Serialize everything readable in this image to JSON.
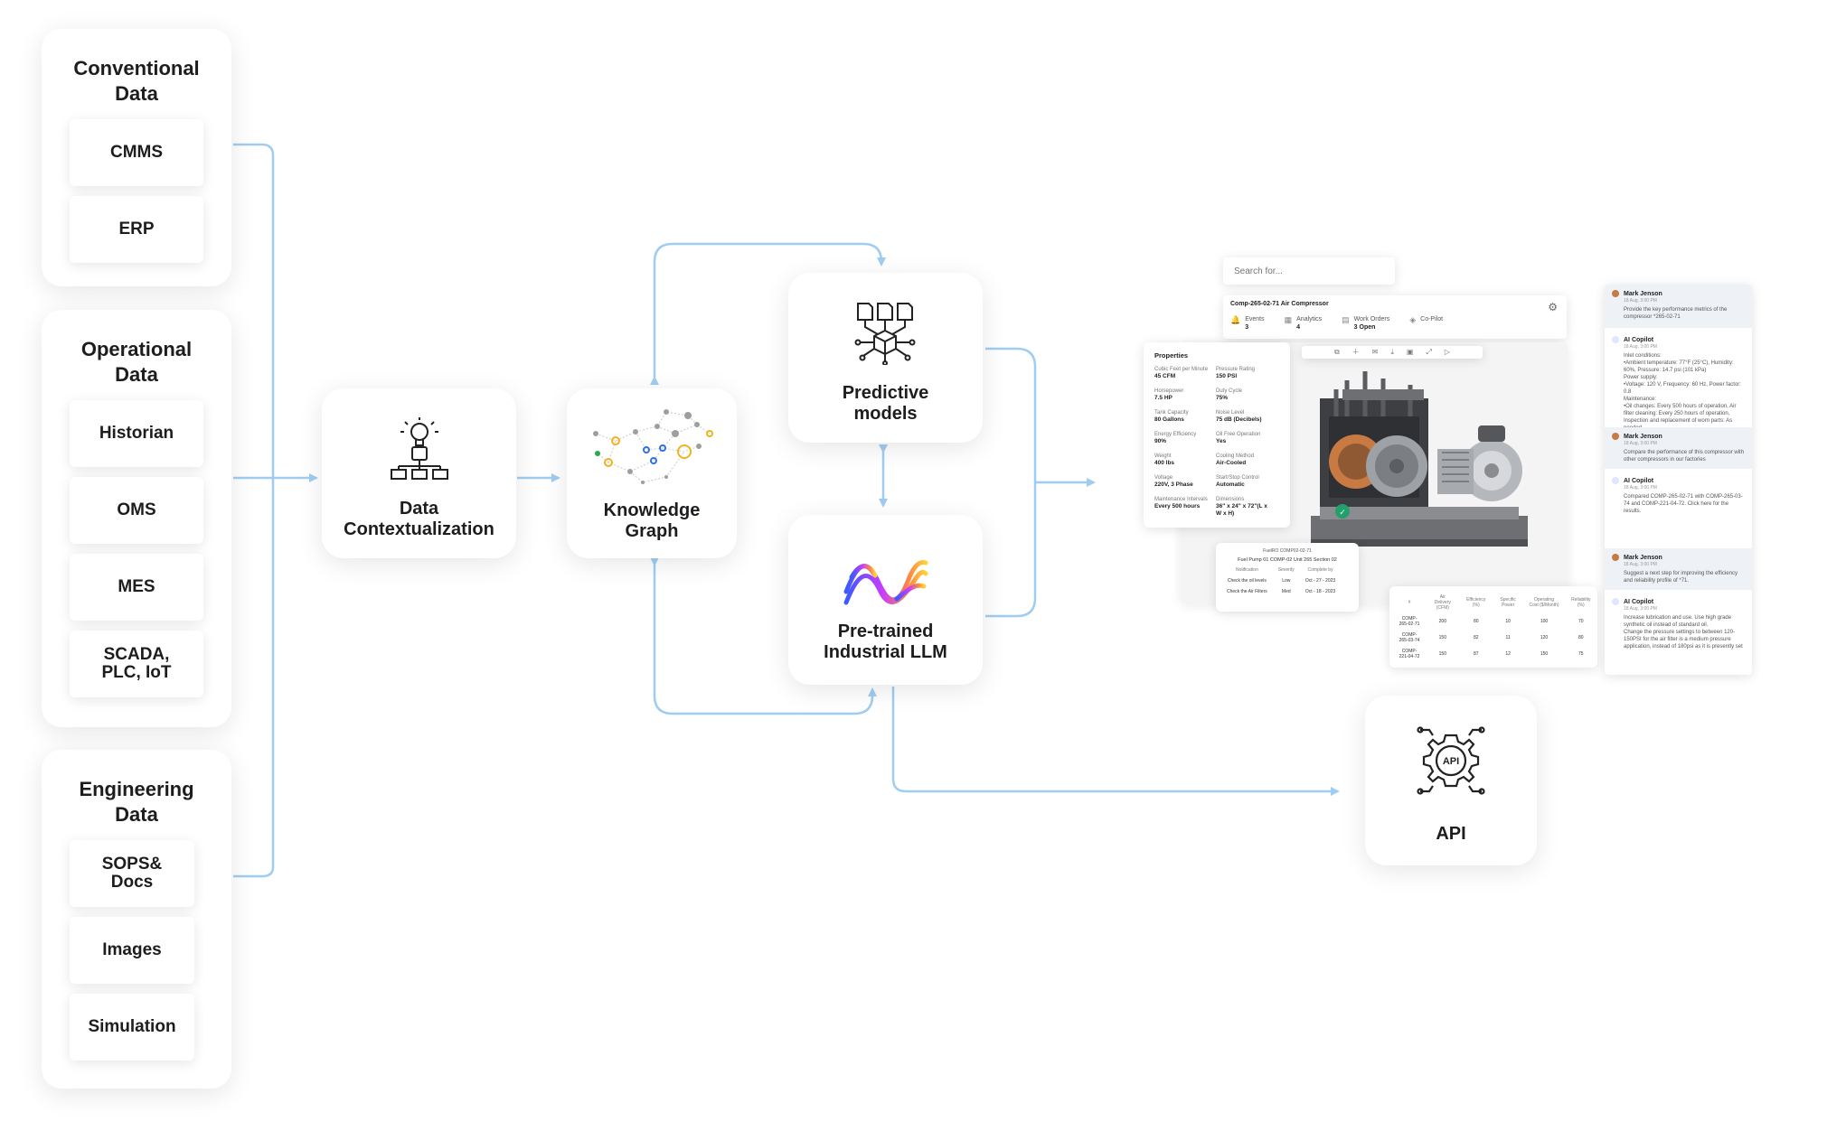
{
  "panels": {
    "conventional": {
      "title": "Conventional\nData",
      "items": [
        "CMMS",
        "ERP"
      ]
    },
    "operational": {
      "title": "Operational\nData",
      "items": [
        "Historian",
        "OMS",
        "MES",
        "SCADA,\nPLC, IoT"
      ]
    },
    "engineering": {
      "title": "Engineering\nData",
      "items": [
        "SOPS&\nDocs",
        "Images",
        "Simulation"
      ]
    }
  },
  "nodes": {
    "contextualization": "Data\nContextualization",
    "knowledge_graph": "Knowledge\nGraph",
    "predictive": "Predictive\nmodels",
    "llm": "Pre-trained\nIndustrial LLM",
    "api": "API"
  },
  "colors": {
    "connector": "#9fcdf2",
    "brand_gradient": [
      "#3b5bff",
      "#c63cff",
      "#ff8a3c",
      "#ffd23c"
    ],
    "copilot_accent": "#22a06b"
  },
  "app": {
    "search_placeholder": "Search for...",
    "asset_title": "Comp-265-02-71 Air Compressor",
    "stats": [
      {
        "label": "Events",
        "value": "3"
      },
      {
        "label": "Analytics",
        "value": "4"
      },
      {
        "label": "Work Orders",
        "value": "3 Open"
      },
      {
        "label": "Co-Pilot",
        "value": ""
      }
    ],
    "properties_title": "Properties",
    "properties": [
      {
        "label": "Cubic Feet per Minute",
        "value": "45 CFM"
      },
      {
        "label": "Pressure Rating",
        "value": "150 PSI"
      },
      {
        "label": "Horsepower",
        "value": "7.5 HP"
      },
      {
        "label": "Duty Cycle",
        "value": "75%"
      },
      {
        "label": "Tank Capacity",
        "value": "80 Gallons"
      },
      {
        "label": "Noise Level",
        "value": "75 dB (Decibels)"
      },
      {
        "label": "Energy Efficiency",
        "value": "90%"
      },
      {
        "label": "Oil Free Operation",
        "value": "Yes"
      },
      {
        "label": "Weight",
        "value": "400 lbs"
      },
      {
        "label": "Cooling Method",
        "value": "Air-Cooled"
      },
      {
        "label": "Voltage",
        "value": "220V, 3 Phase"
      },
      {
        "label": "Start/Stop Control",
        "value": "Automatic"
      },
      {
        "label": "Maintenance Intervals",
        "value": "Every 500 hours"
      },
      {
        "label": "Dimensions",
        "value": "36\" x 24\" x 72\"(L x W x H)"
      }
    ],
    "notification": {
      "header": "FuelRO COMP02-02-71",
      "subheader": "Fuel Pump 01 COMP-02 Unit 265 Section 02",
      "columns": [
        "Notification",
        "Severity",
        "Complete by"
      ],
      "rows": [
        [
          "Check the oil levels",
          "Low",
          "Oct - 27 - 2023"
        ],
        [
          "Check the Air Filters",
          "Med",
          "Oct - 18 - 2023"
        ]
      ]
    },
    "compare_table": {
      "columns": [
        "#",
        "Air Delivery (CFM)",
        "Efficiency (%)",
        "Specific Power",
        "Operating Cost ($/Month)",
        "Reliability (%)"
      ],
      "rows": [
        [
          "COMP-265-02-71",
          "200",
          "80",
          "10",
          "100",
          "70"
        ],
        [
          "COMP-265-03-74",
          "150",
          "82",
          "11",
          "120",
          "80"
        ],
        [
          "COMP-221-04-72",
          "150",
          "87",
          "12",
          "150",
          "75"
        ]
      ]
    },
    "chat": [
      {
        "name": "Mark Jenson",
        "time": "18 Aug, 3:00 PM",
        "text": "Provide the key performance metrics of the compressor *265-02-71",
        "user": true
      },
      {
        "name": "AI Copilot",
        "time": "18 Aug, 3:00 PM",
        "text": "Inlet conditions:\n•Ambient temperature: 77°F (25°C), Humidity: 60%, Pressure: 14.7 psi (101 kPa)\nPower supply:\n•Voltage: 120 V, Frequency: 60 Hz, Power factor: 0.8\nMaintenance:\n•Oil changes: Every 500 hours of operation, Air filter cleaning: Every 250 hours of operation, Inspection and replacement of worn parts: As needed",
        "user": false
      },
      {
        "name": "Mark Jenson",
        "time": "18 Aug, 3:00 PM",
        "text": "Compare the performance of this compressor with other compressors in our factories",
        "user": true
      },
      {
        "name": "AI Copilot",
        "time": "18 Aug, 3:00 PM",
        "text": "Compared COMP-265-02-71 with COMP-265-03-74 and COMP-221-04-72. Click here for the results.",
        "user": false
      },
      {
        "name": "Mark Jenson",
        "time": "18 Aug, 3:00 PM",
        "text": "Suggest a next step for improving the efficiency and reliability profile of *71.",
        "user": true
      },
      {
        "name": "AI Copilot",
        "time": "18 Aug, 3:00 PM",
        "text": "Increase lubrication and use. Use high grade synthetic oil instead of standard oil.\nChange the pressure settings to between 120-150PSI for the air filter is a medium pressure application, instead of 180psi as it is presently set",
        "user": false
      }
    ]
  }
}
